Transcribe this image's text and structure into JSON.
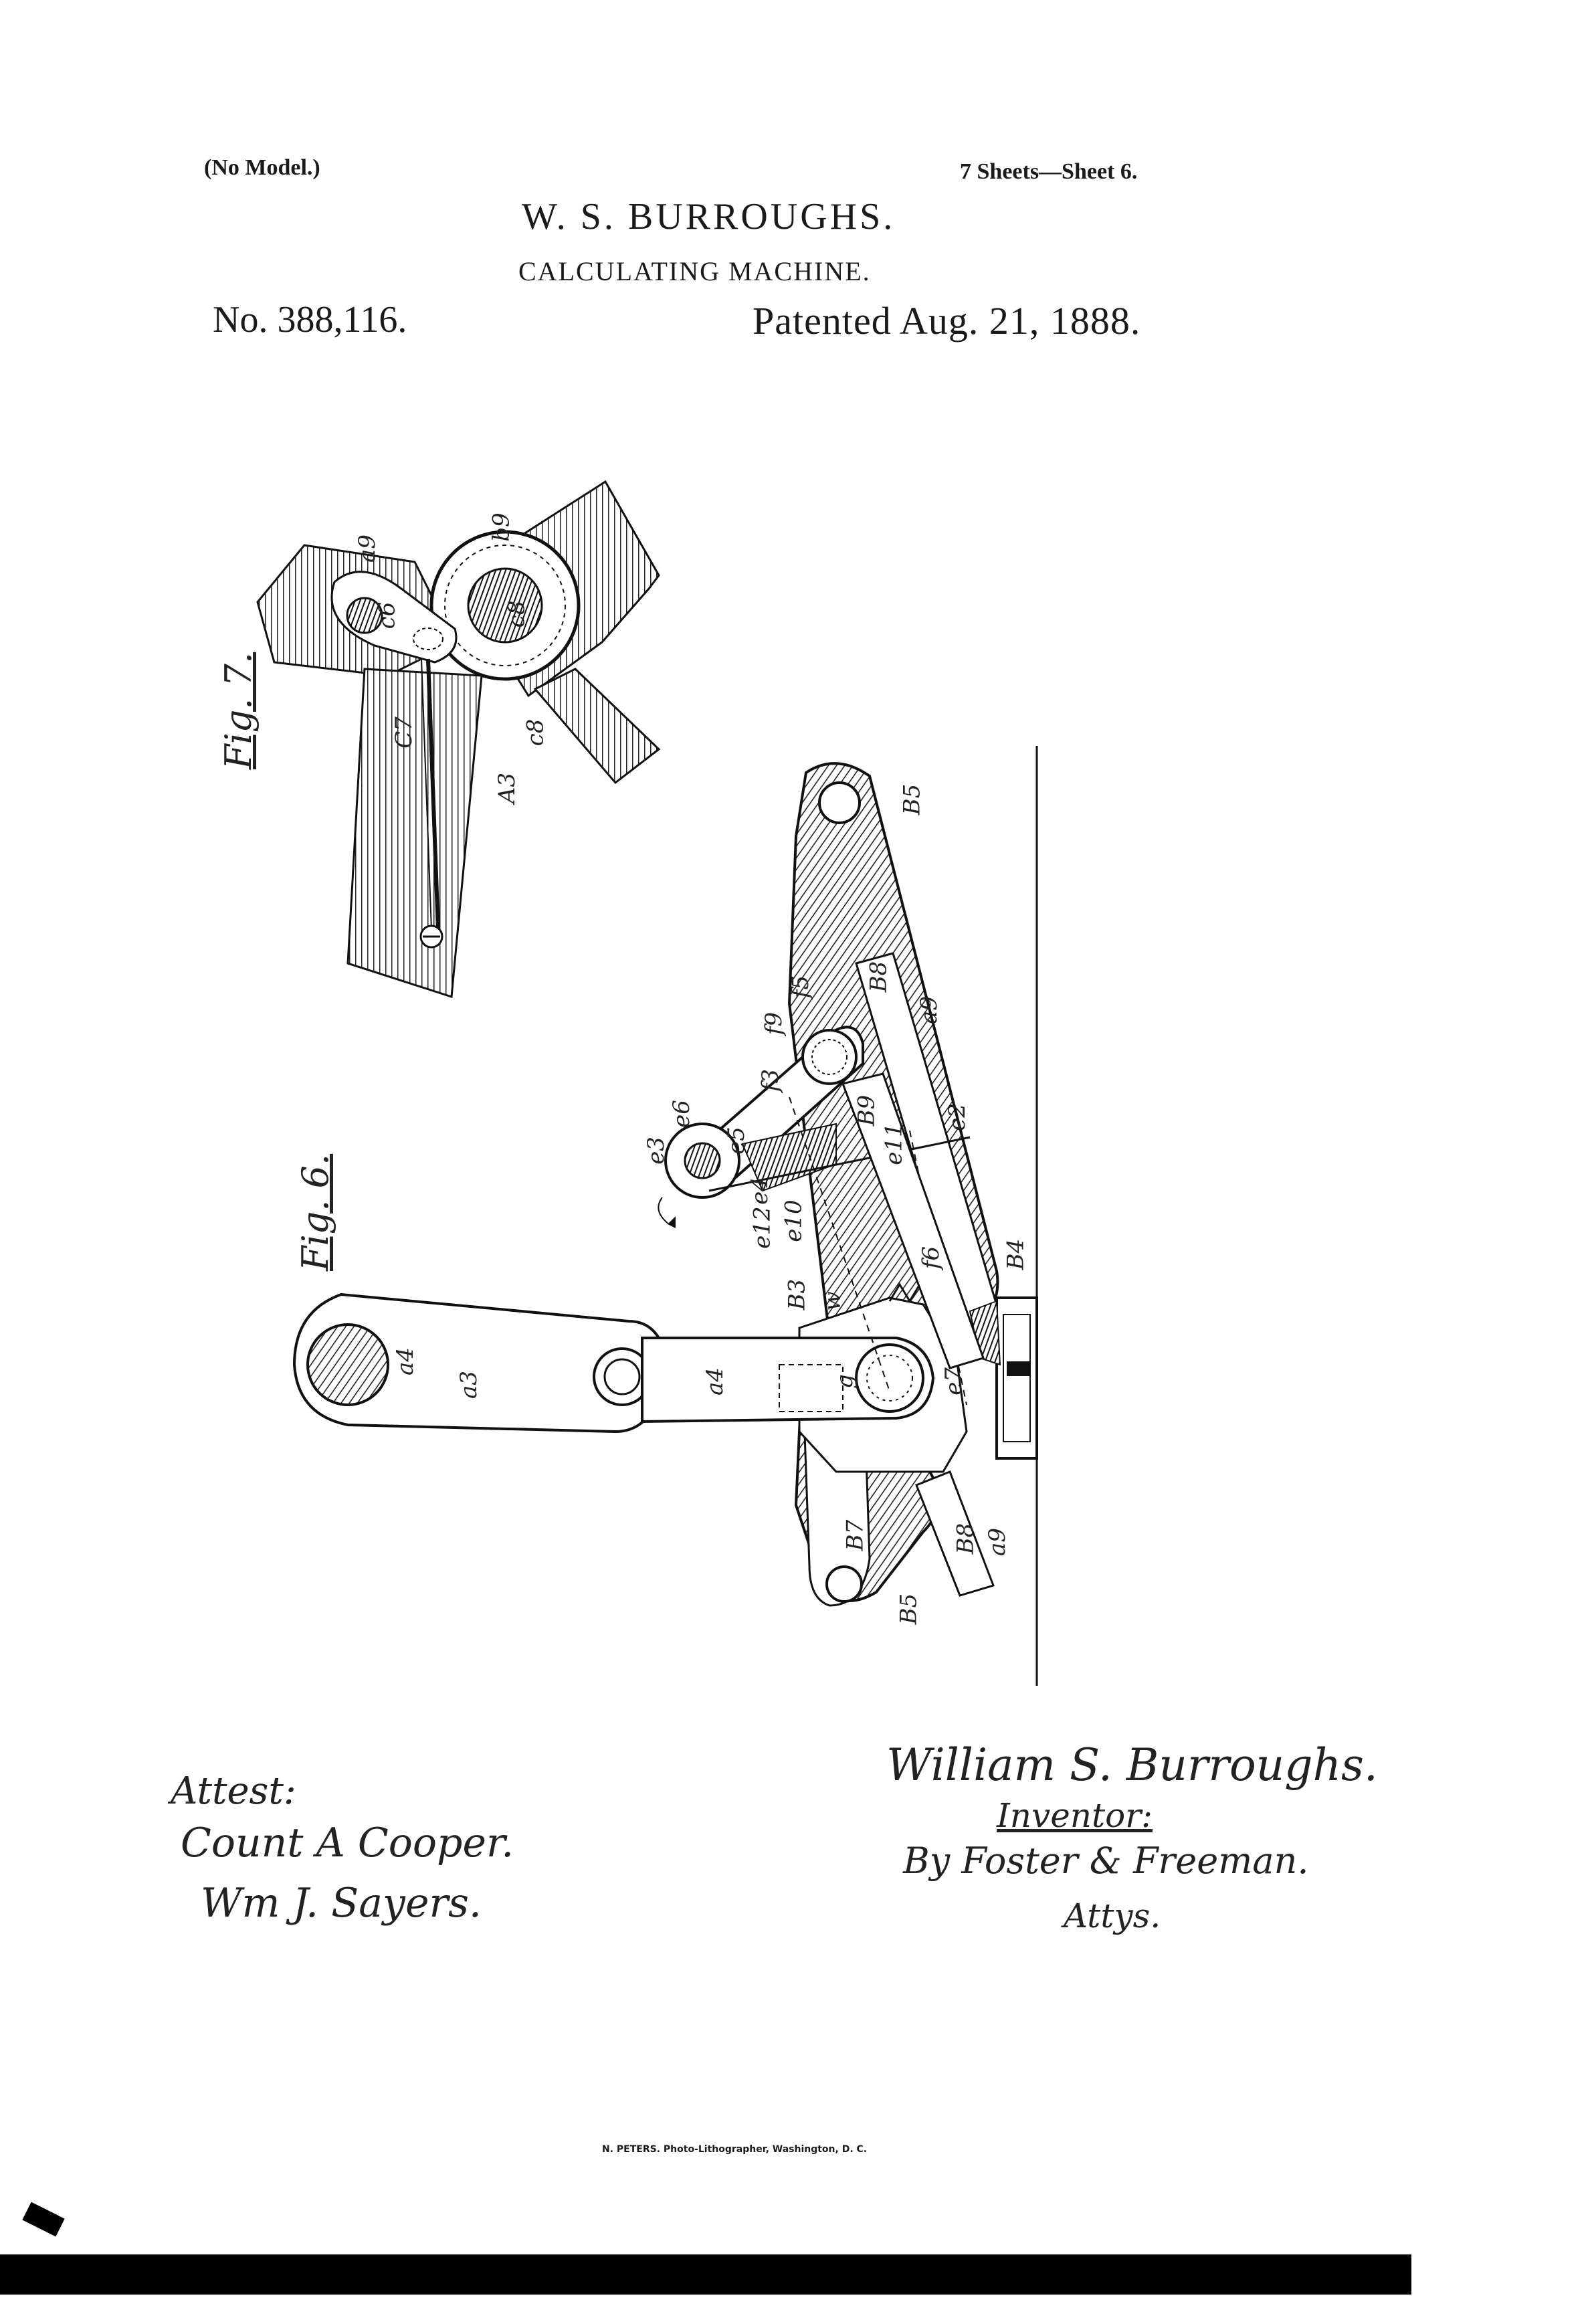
{
  "header": {
    "model_note": "(No Model.)",
    "sheets": "7 Sheets—Sheet 6.",
    "inventor": "W. S. BURROUGHS.",
    "title": "CALCULATING MACHINE.",
    "patent_number": "No. 388,116.",
    "patented": "Patented Aug. 21, 1888."
  },
  "figures": {
    "fig7": {
      "caption": "Fig. 7.",
      "labels": [
        "a9",
        "b9",
        "c6",
        "c8",
        "C7",
        "c8",
        "A3"
      ]
    },
    "fig6": {
      "caption": "Fig. 6.",
      "labels": [
        "B5",
        "B8",
        "a9",
        "f9",
        "f5",
        "f3",
        "e6",
        "e3",
        "e5",
        "B9",
        "e2",
        "e11",
        "e4",
        "e10",
        "e12",
        "B3",
        "w",
        "f6",
        "B4",
        "a4",
        "a3",
        "a4",
        "g",
        "e7",
        "B7",
        "B8",
        "a9",
        "B5"
      ]
    }
  },
  "signatures": {
    "attest_heading": "Attest:",
    "witness_1": "Count A Cooper.",
    "witness_2": "Wm J. Sayers.",
    "inventor_signature": "William S. Burroughs.",
    "inventor_label": "Inventor:",
    "attorneys": "By Foster & Freeman.",
    "attys": "Attys."
  },
  "footer": {
    "lithographer": "N. PETERS. Photo-Lithographer, Washington, D. C."
  }
}
